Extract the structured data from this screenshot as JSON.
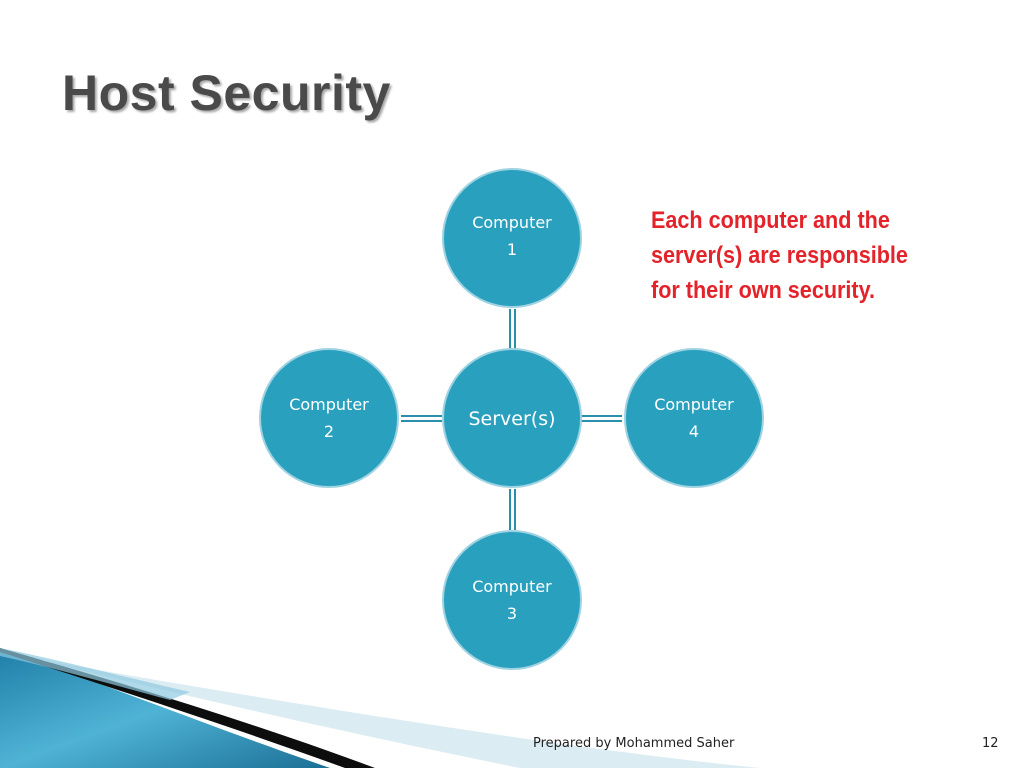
{
  "slide": {
    "title": "Host Security",
    "note": "Each computer and the server(s) are responsible for their own security.",
    "footer_author": "Prepared by Mohammed Saher",
    "page_number": "12"
  },
  "diagram": {
    "center": {
      "label": "Server(s)"
    },
    "nodes": [
      {
        "line1": "Computer",
        "line2": "1"
      },
      {
        "line1": "Computer",
        "line2": "2"
      },
      {
        "line1": "Computer",
        "line2": "3"
      },
      {
        "line1": "Computer",
        "line2": "4"
      }
    ]
  },
  "colors": {
    "node_fill": "#2aa0bf",
    "node_stroke": "#9fd3e2",
    "connector": "#2a8fab",
    "note_text": "#e3222a",
    "title_text": "#4a4a4a"
  }
}
